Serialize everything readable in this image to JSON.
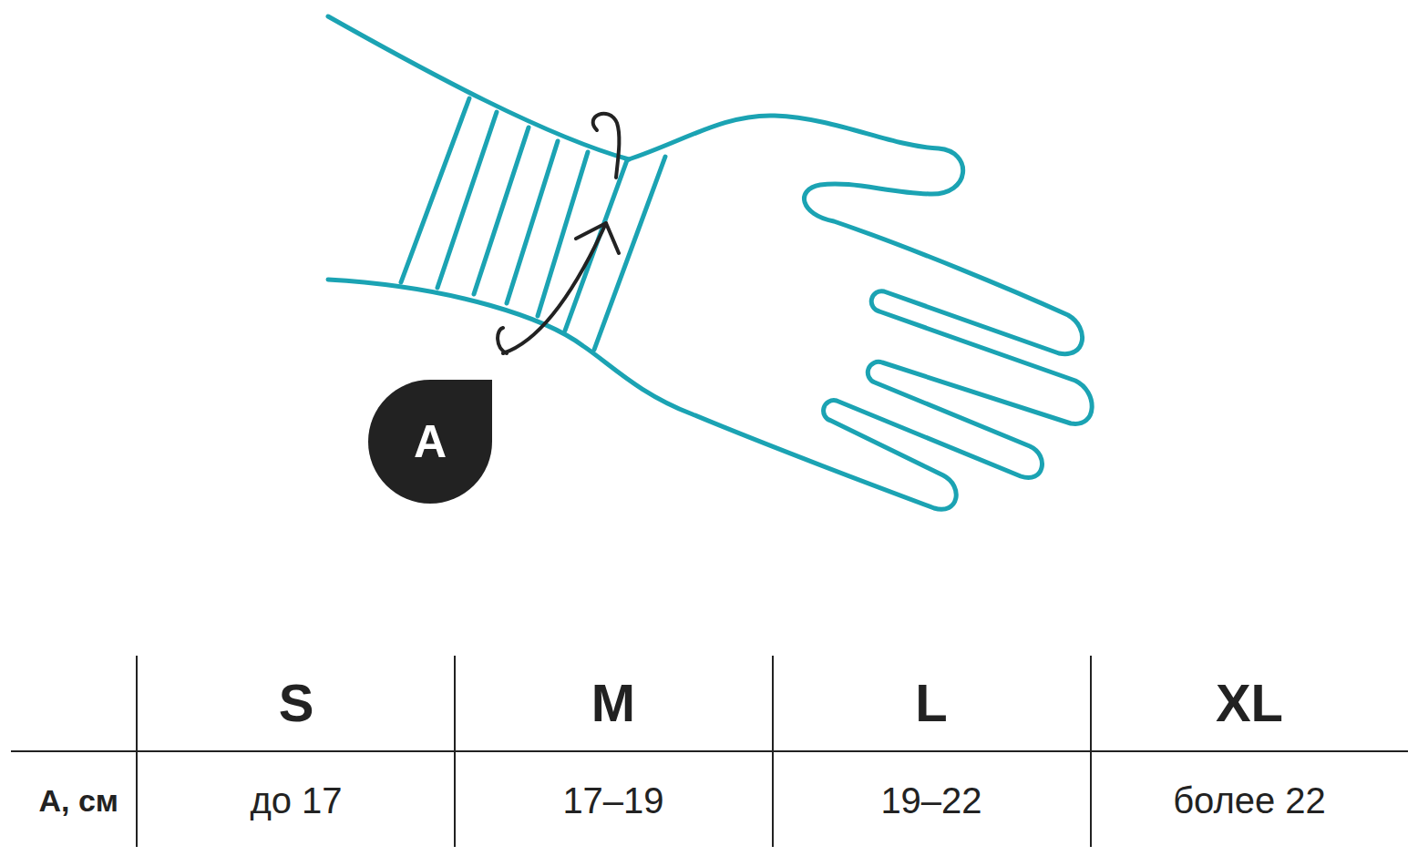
{
  "diagram": {
    "nodes": [
      {
        "text": [
          "A"
        ]
      }
    ],
    "labels": [
      "S",
      "M",
      "L",
      "XL",
      "A, см",
      "до 17",
      "17–19",
      "19–22",
      "более 22"
    ]
  }
}
